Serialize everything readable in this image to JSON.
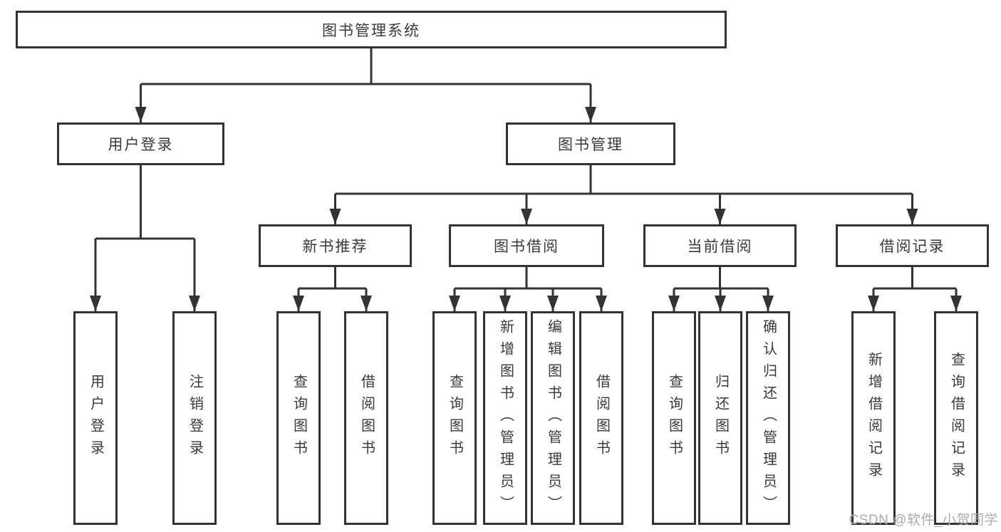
{
  "colors": {
    "box_border": "#333333",
    "connector_line": "#333333",
    "text": "#3a3a3a",
    "watermark": "#ababab",
    "background": "#ffffff"
  },
  "tree": {
    "root": {
      "label": "图书管理系统"
    },
    "branches": [
      {
        "label": "用户登录",
        "children": [
          {
            "label": "用户登录"
          },
          {
            "label": "注销登录"
          }
        ]
      },
      {
        "label": "图书管理",
        "children": [
          {
            "label": "新书推荐",
            "children": [
              {
                "label": "查询图书"
              },
              {
                "label": "借阅图书"
              }
            ]
          },
          {
            "label": "图书借阅",
            "children": [
              {
                "label": "查询图书"
              },
              {
                "label": "新增图书（管理员）"
              },
              {
                "label": "编辑图书（管理员）"
              },
              {
                "label": "借阅图书"
              }
            ]
          },
          {
            "label": "当前借阅",
            "children": [
              {
                "label": "查询图书"
              },
              {
                "label": "归还图书"
              },
              {
                "label": "确认归还（管理员）"
              }
            ]
          },
          {
            "label": "借阅记录",
            "children": [
              {
                "label": "新增借阅记录"
              },
              {
                "label": "查询借阅记录"
              }
            ]
          }
        ]
      }
    ]
  },
  "watermark": {
    "text": "CSDN @软件_小贺同学"
  }
}
